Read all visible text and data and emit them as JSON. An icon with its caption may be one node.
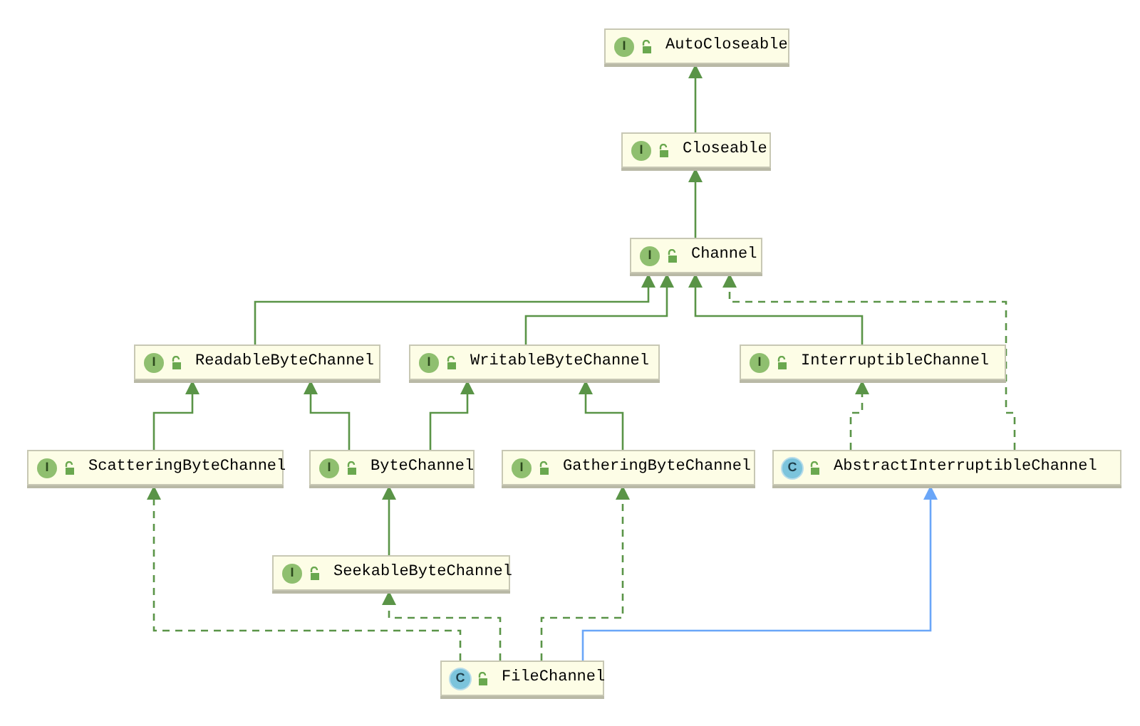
{
  "diagram": {
    "nodes": [
      {
        "text": [
          "I",
          "AutoCloseable"
        ]
      },
      {
        "text": [
          "I",
          "Closeable"
        ]
      },
      {
        "text": [
          "I",
          "Channel"
        ]
      },
      {
        "text": [
          "I",
          "ReadableByteChannel"
        ]
      },
      {
        "text": [
          "I",
          "WritableByteChannel"
        ]
      },
      {
        "text": [
          "I",
          "InterruptibleChannel"
        ]
      },
      {
        "text": [
          "I",
          "ScatteringByteChannel"
        ]
      },
      {
        "text": [
          "I",
          "ByteChannel"
        ]
      },
      {
        "text": [
          "I",
          "GatheringByteChannel"
        ]
      },
      {
        "text": [
          "C",
          "AbstractInterruptibleChannel"
        ]
      },
      {
        "text": [
          "I",
          "SeekableByteChannel"
        ]
      },
      {
        "text": [
          "C",
          "FileChannel"
        ]
      }
    ],
    "edges": [
      {
        "from": 1,
        "to": 0,
        "arrow": "to"
      },
      {
        "from": 2,
        "to": 1,
        "arrow": "to"
      },
      {
        "from": 3,
        "to": 2,
        "arrow": "to"
      },
      {
        "from": 4,
        "to": 2,
        "arrow": "to"
      },
      {
        "from": 5,
        "to": 2,
        "arrow": "to"
      },
      {
        "from": 9,
        "to": 2,
        "arrow": "to",
        "style": "dashed"
      },
      {
        "from": 6,
        "to": 3,
        "arrow": "to"
      },
      {
        "from": 7,
        "to": 3,
        "arrow": "to"
      },
      {
        "from": 7,
        "to": 4,
        "arrow": "to"
      },
      {
        "from": 8,
        "to": 4,
        "arrow": "to"
      },
      {
        "from": 9,
        "to": 5,
        "arrow": "to",
        "style": "dashed"
      },
      {
        "from": 10,
        "to": 7,
        "arrow": "to"
      },
      {
        "from": 11,
        "to": 6,
        "arrow": "to",
        "style": "dashed"
      },
      {
        "from": 11,
        "to": 10,
        "arrow": "to",
        "style": "dashed"
      },
      {
        "from": 11,
        "to": 8,
        "arrow": "to",
        "style": "dashed"
      },
      {
        "from": 11,
        "to": 9,
        "arrow": "to",
        "color": "#6aa6f8"
      }
    ]
  }
}
